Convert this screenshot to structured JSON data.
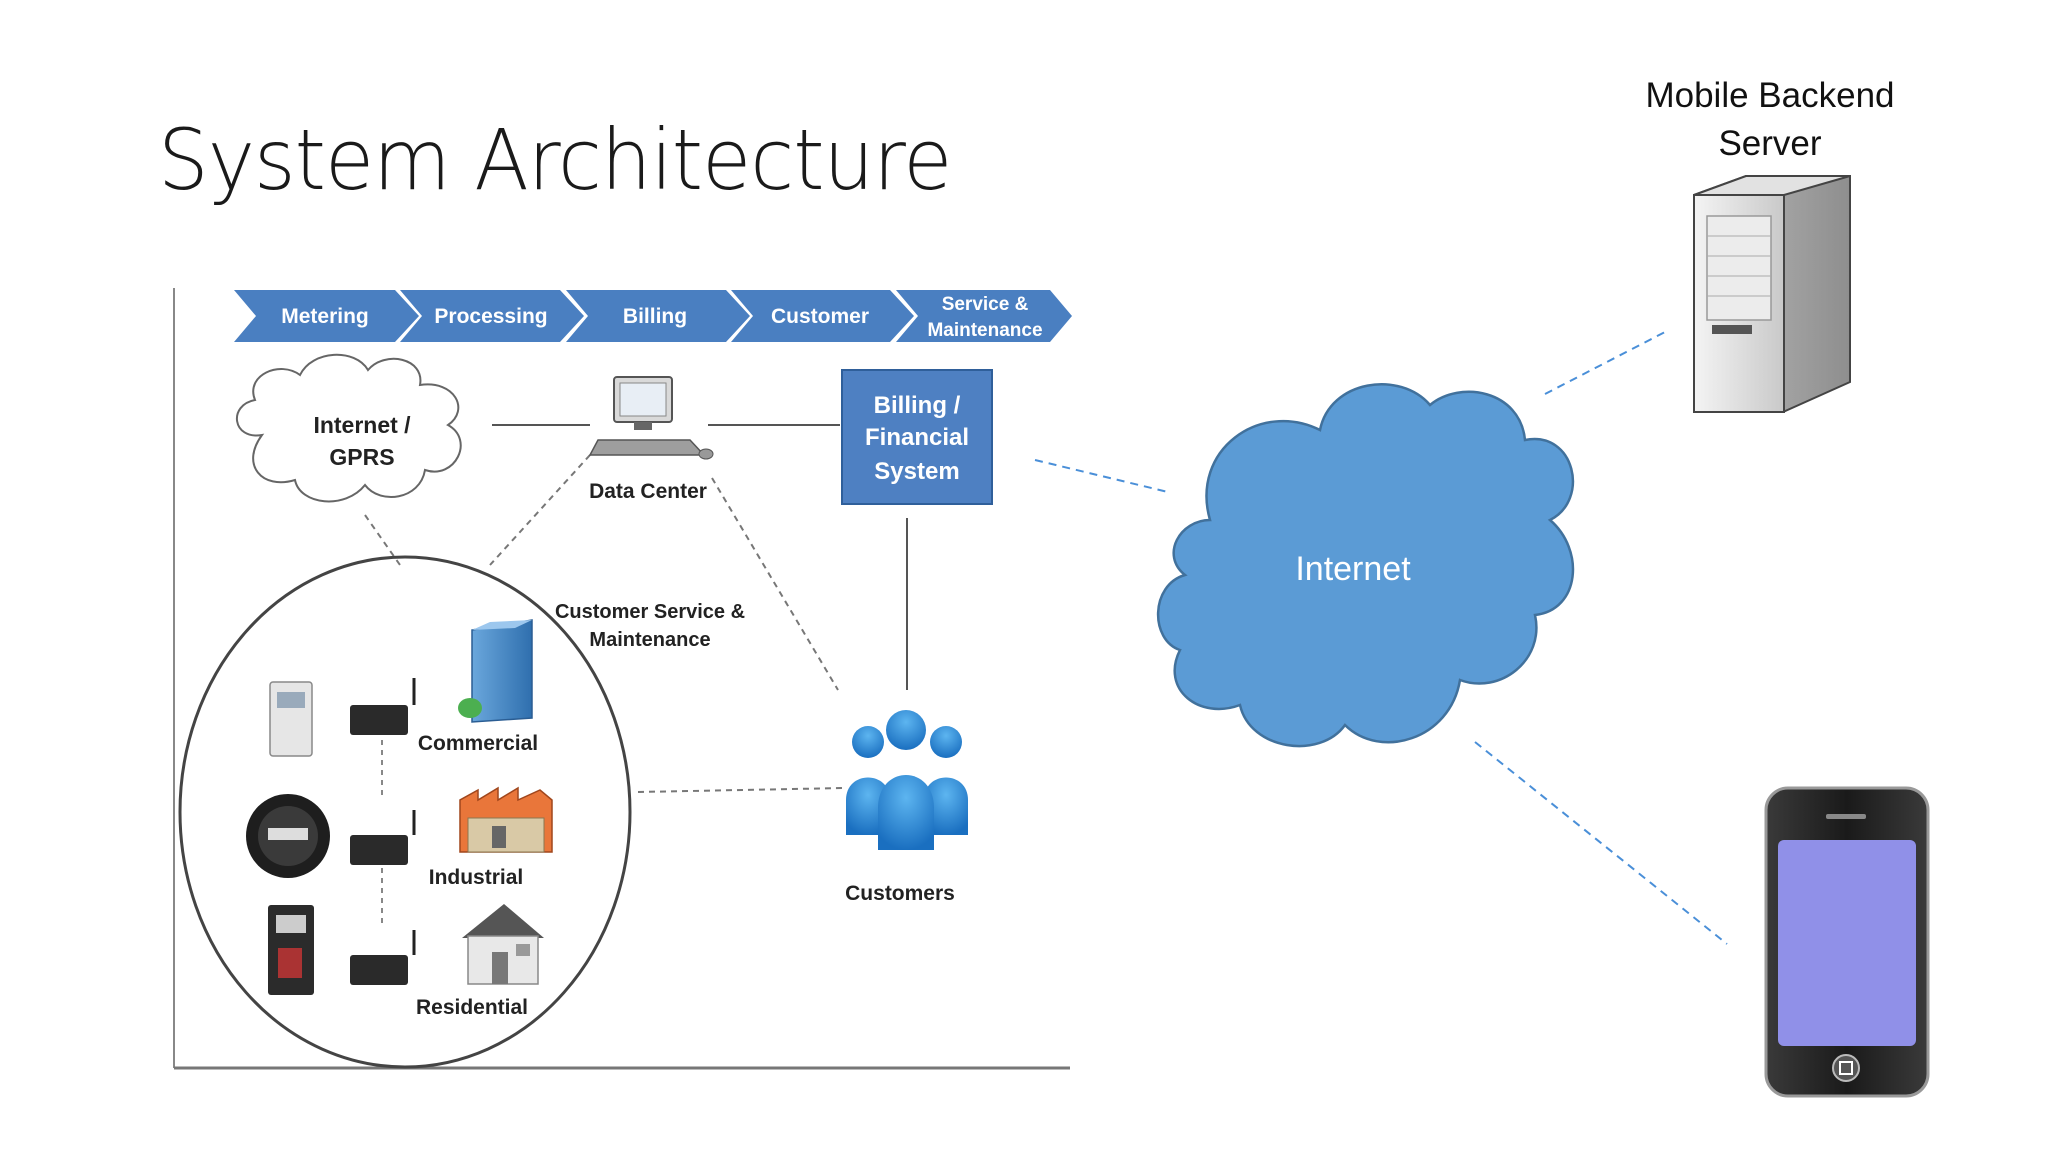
{
  "slide": {
    "title": "System Architecture"
  },
  "inner_diagram": {
    "chevrons": [
      "Metering",
      "Processing",
      "Billing",
      "Customer",
      "Service &",
      "Maintenance"
    ],
    "cloud_label_line1": "Internet /",
    "cloud_label_line2": "GPRS",
    "data_center_label": "Data Center",
    "billing_line1": "Billing /",
    "billing_line2": "Financial",
    "billing_line3": "System",
    "csm_line1": "Customer Service &",
    "csm_line2": "Maintenance",
    "commercial_label": "Commercial",
    "industrial_label": "Industrial",
    "residential_label": "Residential",
    "customers_label": "Customers"
  },
  "internet_label": "Internet",
  "mobile_backend_line1": "Mobile Backend",
  "mobile_backend_line2": "Server",
  "colors": {
    "chevron_blue": "#4a7fc1",
    "billing_box": "#4e80c2",
    "internet_cloud": "#5b9bd5",
    "internet_cloud_stroke": "#41719c",
    "dashed_link": "#4a8fd8",
    "phone_screen": "#9090e8"
  }
}
